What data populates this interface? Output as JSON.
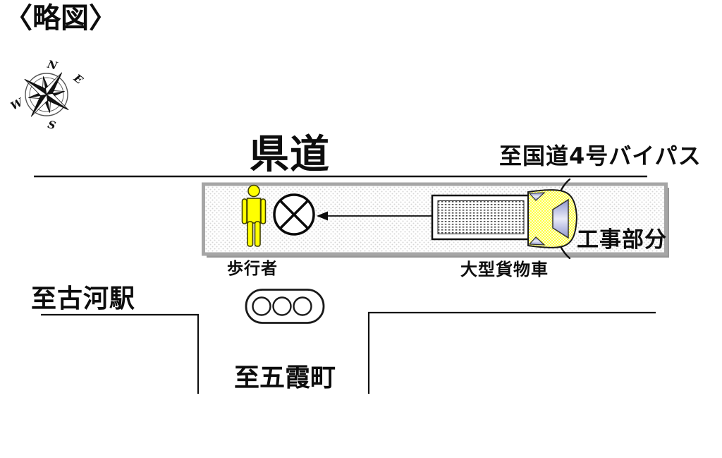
{
  "title": "〈略図〉",
  "compass": {
    "n": "N",
    "e": "E",
    "s": "S",
    "w": "W"
  },
  "road": {
    "prefectural_road_label": "県道",
    "to_route4_bypass_label": "至国道4号バイパス",
    "to_koga_station_label": "至古河駅",
    "to_goka_town_label": "至五霞町"
  },
  "scene": {
    "construction_section_label": "工事部分",
    "pedestrian_label": "歩行者",
    "large_truck_label": "大型貨物車"
  },
  "colors": {
    "pedestrian_yellow": "#ffff00",
    "truck_cab_yellow": "#ffff4d",
    "windshield_blue": "#9aa1d4",
    "construction_border_gray": "#a6a6a6",
    "line_black": "#111111"
  }
}
